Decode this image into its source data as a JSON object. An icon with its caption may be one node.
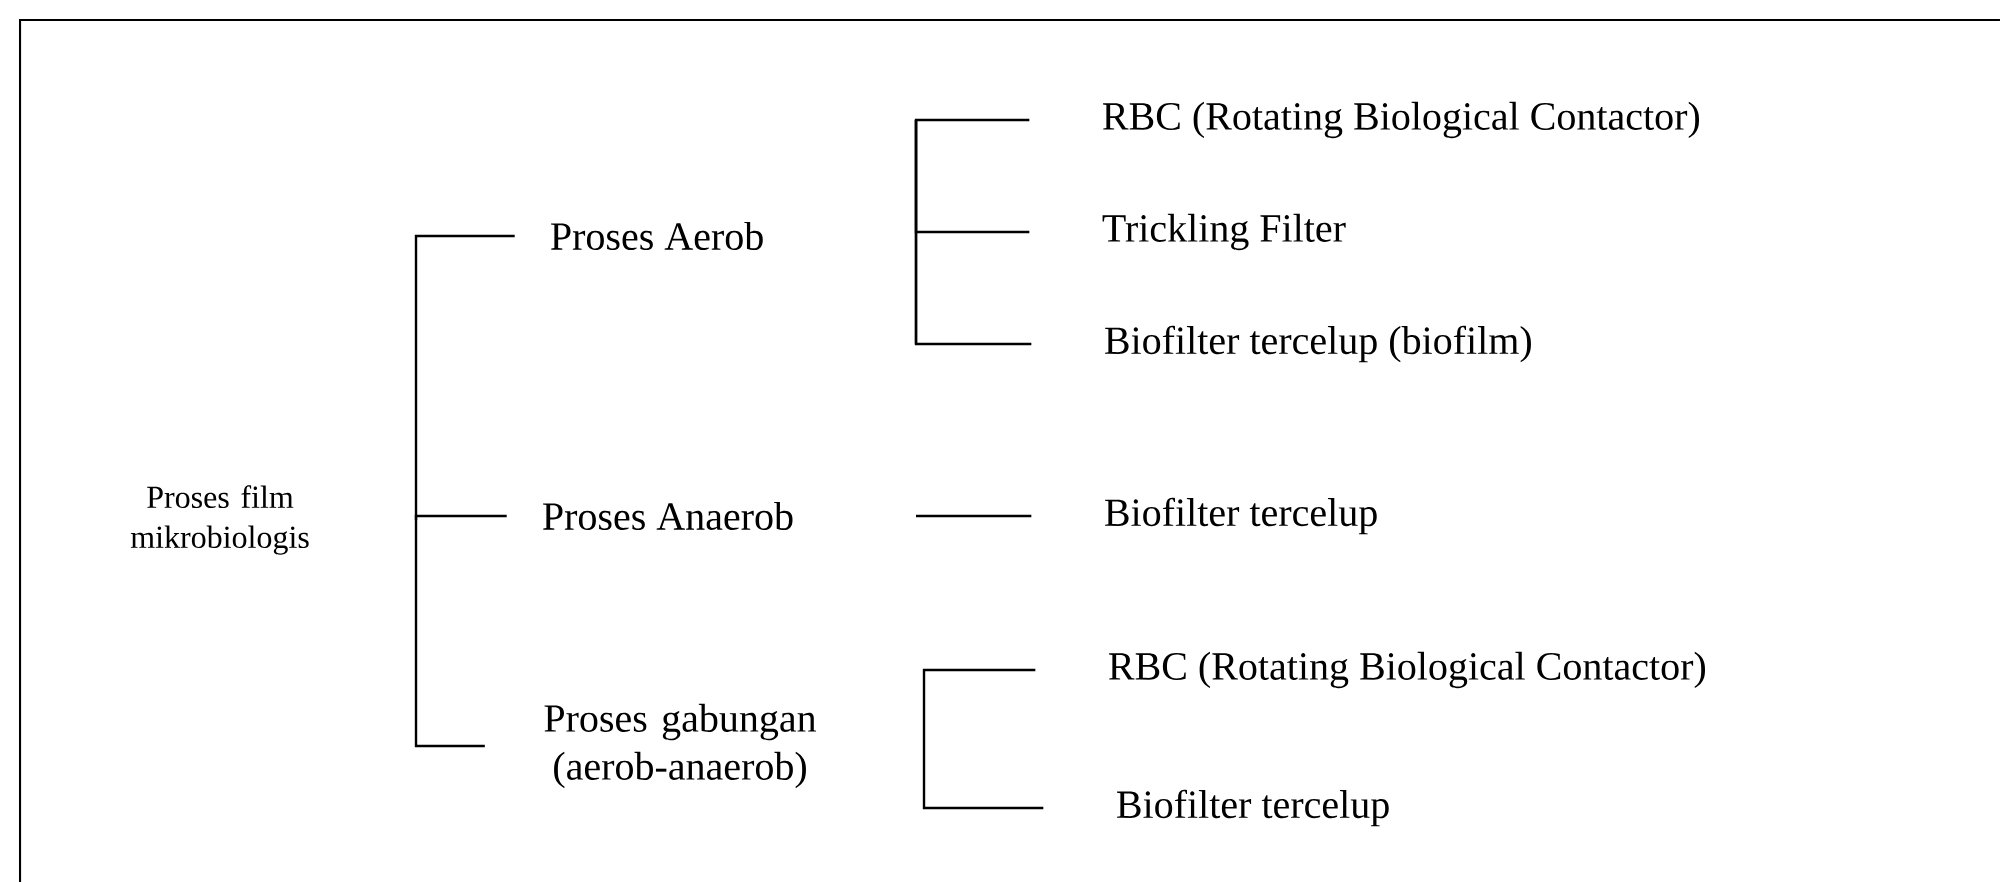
{
  "diagram": {
    "nodes": [
      {
        "text": [
          "Proses film mikrobiologis"
        ]
      },
      {
        "text": [
          "Proses Aerob"
        ]
      },
      {
        "text": [
          "RBC  (Rotating Biological Contactor)"
        ]
      },
      {
        "text": [
          "Trickling Filter"
        ]
      },
      {
        "text": [
          "Biofilter tercelup (biofilm)"
        ]
      },
      {
        "text": [
          "Proses Anaerob"
        ]
      },
      {
        "text": [
          "Biofilter tercelup"
        ]
      },
      {
        "text": [
          "Proses gabungan (aerob-anaerob)"
        ]
      },
      {
        "text": [
          "RBC  (Rotating Biological Contactor)"
        ]
      },
      {
        "text": [
          "Biofilter tercelup"
        ]
      }
    ],
    "edges": [
      {
        "from": 0,
        "to": 1,
        "arrow": "none"
      },
      {
        "from": 0,
        "to": 5,
        "arrow": "none"
      },
      {
        "from": 0,
        "to": 7,
        "arrow": "none"
      },
      {
        "from": null,
        "to": 2,
        "arrow": "none"
      },
      {
        "from": null,
        "to": 3,
        "arrow": "none"
      },
      {
        "from": null,
        "to": 4,
        "arrow": "none"
      },
      {
        "from": 5,
        "to": 6,
        "arrow": "none"
      },
      {
        "from": 7,
        "to": 8,
        "arrow": "none"
      },
      {
        "from": 7,
        "to": 9,
        "arrow": "none"
      }
    ]
  }
}
